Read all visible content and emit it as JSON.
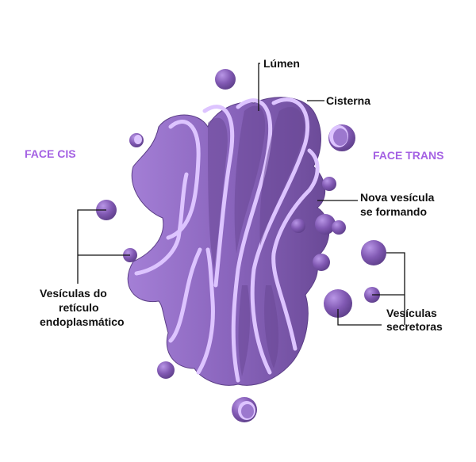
{
  "colors": {
    "purple_label": "#a461e3",
    "body_dark": "#6e4d9a",
    "body_mid": "#8e69bf",
    "body_light": "#b08be0",
    "rim": "#ddc4ff",
    "vesicle": "#8159b3",
    "leader": "#111111"
  },
  "labels": {
    "face_cis": "FACE CIS",
    "face_trans": "FACE TRANS",
    "lumen": "Lúmen",
    "cisterna": "Cisterna",
    "nova_vesicula_1": "Nova vesícula",
    "nova_vesicula_2": "se formando",
    "vesiculas_re_1": "Vesículas do",
    "vesiculas_re_2": "retículo",
    "vesiculas_re_3": "endoplasmático",
    "vesiculas_sec_1": "Vesículas",
    "vesiculas_sec_2": "secretoras"
  }
}
